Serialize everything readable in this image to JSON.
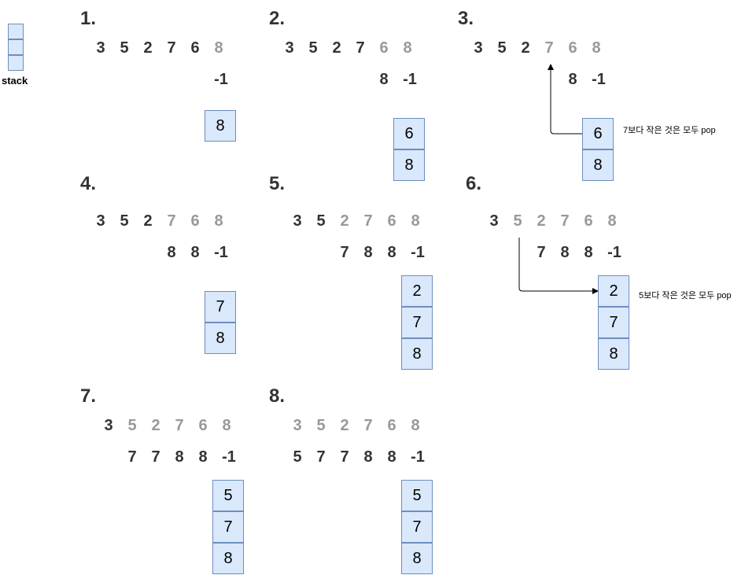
{
  "legend": {
    "label": "stack"
  },
  "steps": [
    {
      "label": "1.",
      "input": [
        {
          "v": "3",
          "dim": false
        },
        {
          "v": "5",
          "dim": false
        },
        {
          "v": "2",
          "dim": false
        },
        {
          "v": "7",
          "dim": false
        },
        {
          "v": "6",
          "dim": false
        },
        {
          "v": "8",
          "dim": true
        }
      ],
      "result": [
        "-1"
      ],
      "stack": [
        "8"
      ]
    },
    {
      "label": "2.",
      "input": [
        {
          "v": "3",
          "dim": false
        },
        {
          "v": "5",
          "dim": false
        },
        {
          "v": "2",
          "dim": false
        },
        {
          "v": "7",
          "dim": false
        },
        {
          "v": "6",
          "dim": true
        },
        {
          "v": "8",
          "dim": true
        }
      ],
      "result": [
        "8",
        "-1"
      ],
      "stack": [
        "6",
        "8"
      ]
    },
    {
      "label": "3.",
      "input": [
        {
          "v": "3",
          "dim": false
        },
        {
          "v": "5",
          "dim": false
        },
        {
          "v": "2",
          "dim": false
        },
        {
          "v": "7",
          "dim": true
        },
        {
          "v": "6",
          "dim": true
        },
        {
          "v": "8",
          "dim": true
        }
      ],
      "result": [
        "8",
        "-1"
      ],
      "stack": [
        "6",
        "8"
      ],
      "note": "7보다 작은 것은 모두 pop"
    },
    {
      "label": "4.",
      "input": [
        {
          "v": "3",
          "dim": false
        },
        {
          "v": "5",
          "dim": false
        },
        {
          "v": "2",
          "dim": false
        },
        {
          "v": "7",
          "dim": true
        },
        {
          "v": "6",
          "dim": true
        },
        {
          "v": "8",
          "dim": true
        }
      ],
      "result": [
        "8",
        "8",
        "-1"
      ],
      "stack": [
        "7",
        "8"
      ]
    },
    {
      "label": "5.",
      "input": [
        {
          "v": "3",
          "dim": false
        },
        {
          "v": "5",
          "dim": false
        },
        {
          "v": "2",
          "dim": true
        },
        {
          "v": "7",
          "dim": true
        },
        {
          "v": "6",
          "dim": true
        },
        {
          "v": "8",
          "dim": true
        }
      ],
      "result": [
        "7",
        "8",
        "8",
        "-1"
      ],
      "stack": [
        "2",
        "7",
        "8"
      ]
    },
    {
      "label": "6.",
      "input": [
        {
          "v": "3",
          "dim": false
        },
        {
          "v": "5",
          "dim": true
        },
        {
          "v": "2",
          "dim": true
        },
        {
          "v": "7",
          "dim": true
        },
        {
          "v": "6",
          "dim": true
        },
        {
          "v": "8",
          "dim": true
        }
      ],
      "result": [
        "7",
        "8",
        "8",
        "-1"
      ],
      "stack": [
        "2",
        "7",
        "8"
      ],
      "note": "5보다 작은 것은 모두 pop"
    },
    {
      "label": "7.",
      "input": [
        {
          "v": "3",
          "dim": false
        },
        {
          "v": "5",
          "dim": true
        },
        {
          "v": "2",
          "dim": true
        },
        {
          "v": "7",
          "dim": true
        },
        {
          "v": "6",
          "dim": true
        },
        {
          "v": "8",
          "dim": true
        }
      ],
      "result": [
        "7",
        "7",
        "8",
        "8",
        "-1"
      ],
      "stack": [
        "5",
        "7",
        "8"
      ]
    },
    {
      "label": "8.",
      "input": [
        {
          "v": "3",
          "dim": true
        },
        {
          "v": "5",
          "dim": true
        },
        {
          "v": "2",
          "dim": true
        },
        {
          "v": "7",
          "dim": true
        },
        {
          "v": "6",
          "dim": true
        },
        {
          "v": "8",
          "dim": true
        }
      ],
      "result": [
        "5",
        "7",
        "7",
        "8",
        "8",
        "-1"
      ],
      "stack": [
        "5",
        "7",
        "8"
      ]
    }
  ],
  "colors": {
    "dark_text": "#333333",
    "gray_text": "#999999",
    "cell_fill": "#dae8fc",
    "cell_border": "#6c8ebf"
  }
}
